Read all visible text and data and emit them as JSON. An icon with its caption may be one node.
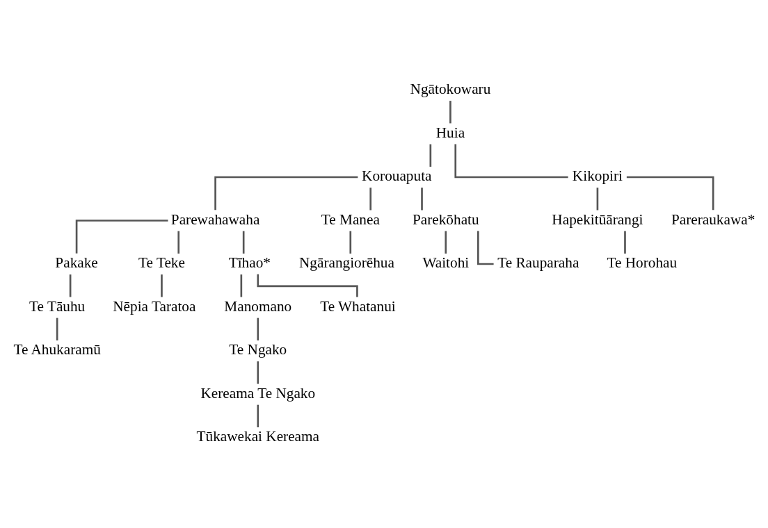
{
  "diagram": {
    "nodes": [
      {
        "text": [
          "Ngātokowaru"
        ]
      },
      {
        "text": [
          "Huia"
        ]
      },
      {
        "text": [
          "Korouaputa"
        ]
      },
      {
        "text": [
          "Kikopiri"
        ]
      },
      {
        "text": [
          "Parewahawaha"
        ]
      },
      {
        "text": [
          "Te Manea"
        ]
      },
      {
        "text": [
          "Parekōhatu"
        ]
      },
      {
        "text": [
          "Hapekitūārangi"
        ]
      },
      {
        "text": [
          "Pareraukawa*"
        ]
      },
      {
        "text": [
          "Pakake"
        ]
      },
      {
        "text": [
          "Te Teke"
        ]
      },
      {
        "text": [
          "Tīhao*"
        ]
      },
      {
        "text": [
          "Ngārangiorēhua"
        ]
      },
      {
        "text": [
          "Waitohi"
        ]
      },
      {
        "text": [
          "Te Rauparaha"
        ]
      },
      {
        "text": [
          "Te Horohau"
        ]
      },
      {
        "text": [
          "Te Tāuhu"
        ]
      },
      {
        "text": [
          "Nēpia Taratoa"
        ]
      },
      {
        "text": [
          "Manomano"
        ]
      },
      {
        "text": [
          "Te Whatanui"
        ]
      },
      {
        "text": [
          "Te Ahukaramū"
        ]
      },
      {
        "text": [
          "Te Ngako"
        ]
      },
      {
        "text": [
          "Kereama Te Ngako"
        ]
      },
      {
        "text": [
          "Tūkawekai Kereama"
        ]
      }
    ],
    "edges": [
      {
        "from": 0,
        "to": 1,
        "arrow": "none"
      },
      {
        "from": 1,
        "to": 2,
        "arrow": "none"
      },
      {
        "from": 1,
        "to": 3,
        "arrow": "none"
      },
      {
        "from": 2,
        "to": 4,
        "arrow": "none"
      },
      {
        "from": 2,
        "to": 5,
        "arrow": "none"
      },
      {
        "from": 2,
        "to": 6,
        "arrow": "none"
      },
      {
        "from": 3,
        "to": 7,
        "arrow": "none"
      },
      {
        "from": 3,
        "to": 8,
        "arrow": "none"
      },
      {
        "from": 4,
        "to": 9,
        "arrow": "none"
      },
      {
        "from": 4,
        "to": 10,
        "arrow": "none"
      },
      {
        "from": 4,
        "to": 11,
        "arrow": "none"
      },
      {
        "from": 5,
        "to": 12,
        "arrow": "none"
      },
      {
        "from": 6,
        "to": 13,
        "arrow": "none"
      },
      {
        "from": 6,
        "to": 14,
        "arrow": "none"
      },
      {
        "from": 7,
        "to": 15,
        "arrow": "none"
      },
      {
        "from": 9,
        "to": 16,
        "arrow": "none"
      },
      {
        "from": 10,
        "to": 17,
        "arrow": "none"
      },
      {
        "from": 11,
        "to": 18,
        "arrow": "none"
      },
      {
        "from": 11,
        "to": 19,
        "arrow": "none"
      },
      {
        "from": 16,
        "to": 20,
        "arrow": "none"
      },
      {
        "from": 18,
        "to": 21,
        "arrow": "none"
      },
      {
        "from": 21,
        "to": 22,
        "arrow": "none"
      },
      {
        "from": 22,
        "to": 23,
        "arrow": "none"
      }
    ]
  }
}
